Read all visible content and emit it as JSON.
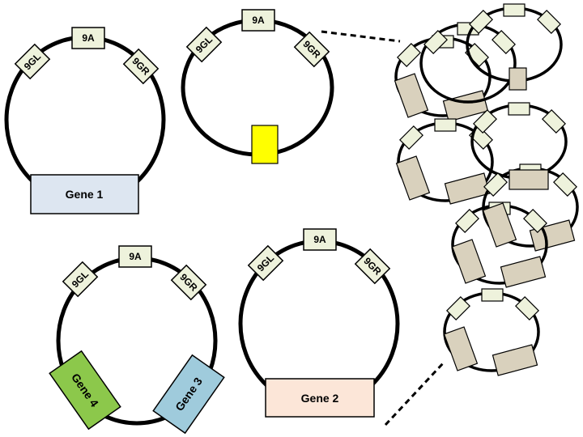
{
  "colors": {
    "tag_fill": "#eef2dc",
    "gene1": "#dde6f1",
    "gene2": "#fce6d8",
    "gene3": "#9fcbdc",
    "gene4": "#8cc84b",
    "insert_marker": "#ffff00",
    "cluster_gene": "#d9d1bd"
  },
  "plasmid_1": {
    "top": "9A",
    "left": "9GL",
    "right": "9GR",
    "gene": "Gene 1"
  },
  "plasmid_marker": {
    "top": "9A",
    "left": "9GL",
    "right": "9GR"
  },
  "plasmid_2": {
    "top": "9A",
    "left": "9GL",
    "right": "9GR",
    "gene": "Gene 2"
  },
  "plasmid_34": {
    "top": "9A",
    "left": "9GL",
    "right": "9GR",
    "gene_a": "Gene 4",
    "gene_b": "Gene 3"
  }
}
